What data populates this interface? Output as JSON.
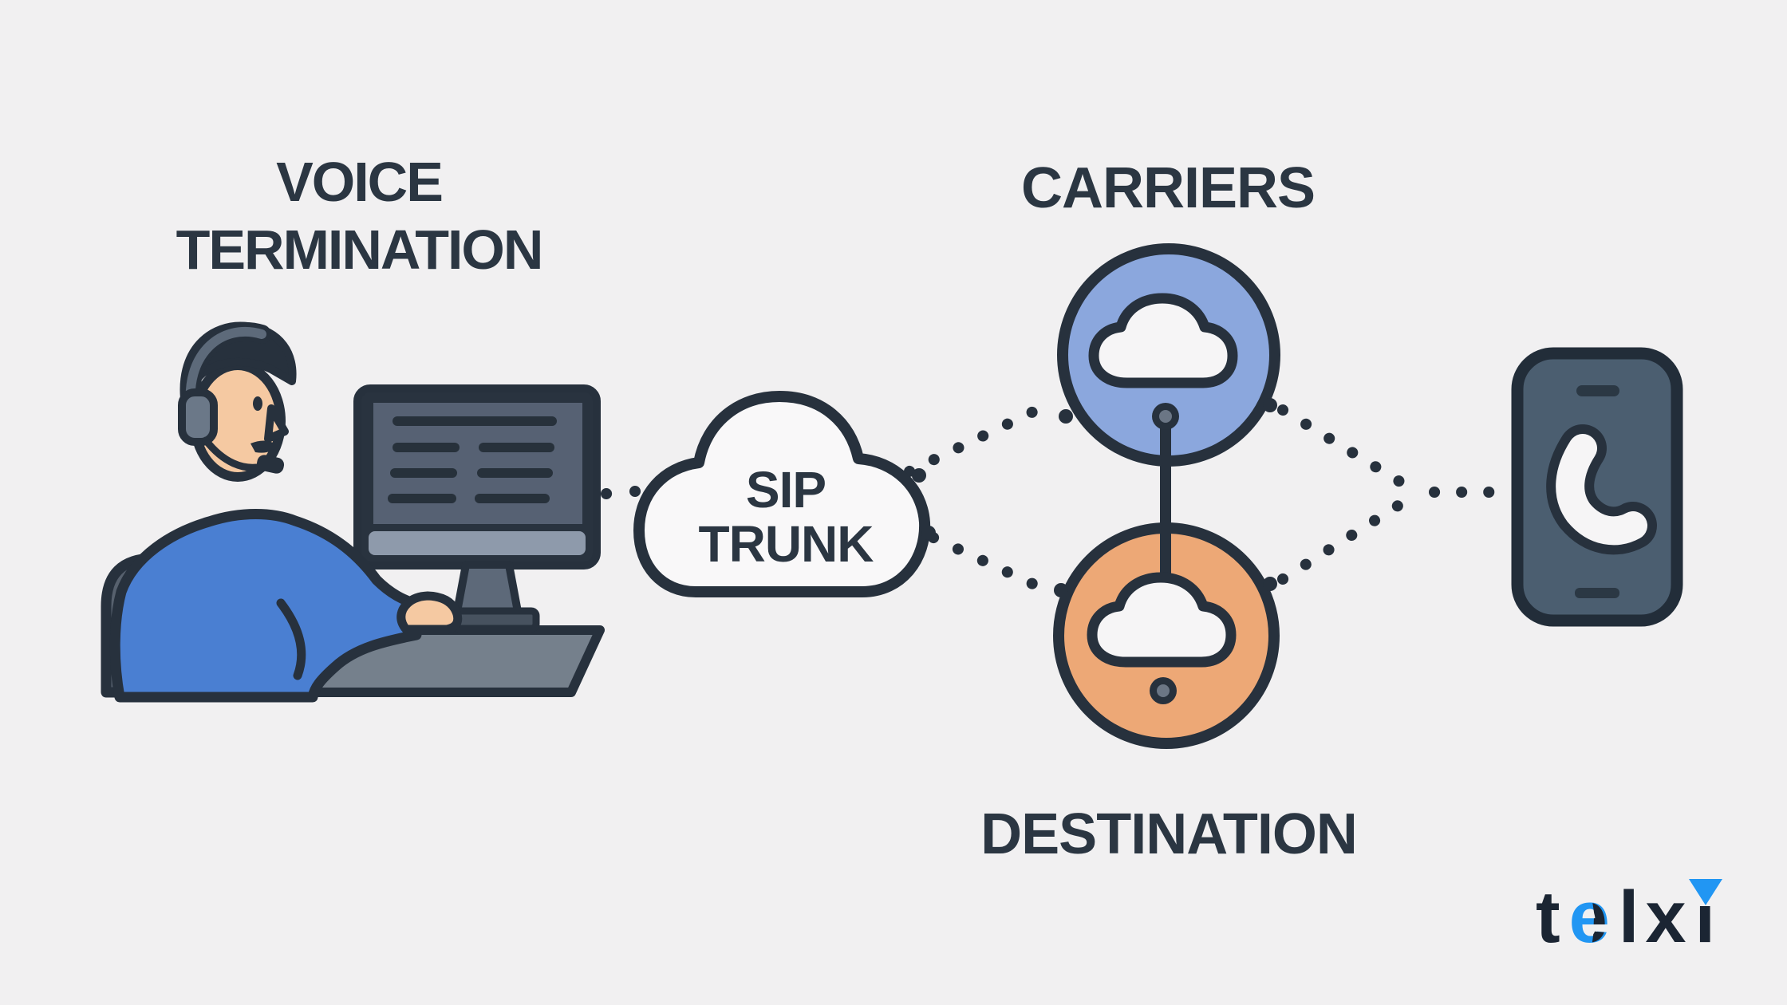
{
  "background_color": "#f1f0f1",
  "ink_color": "#2b3642",
  "labels": {
    "voice_termination": {
      "line1": "VOICE",
      "line2": "TERMINATION"
    },
    "carriers": "CARRIERS",
    "destination": "DESTINATION",
    "sip_trunk": {
      "line1": "SIP",
      "line2": "TRUNK"
    }
  },
  "nodes": {
    "agent": {
      "name": "call-center-agent-at-computer",
      "shirt_color": "#4a7fd2",
      "skin_color": "#f5c9a2"
    },
    "sip_trunk_cloud": {
      "icon": "cloud-icon",
      "fill": "#f9f8f9"
    },
    "carriers_node": {
      "icon": "cloud-icon",
      "fill": "#8ba7dd"
    },
    "destination_node": {
      "icon": "cloud-icon",
      "fill": "#eda876"
    },
    "phone": {
      "icon": "phone-handset-icon",
      "fill": "#4b5e70"
    }
  },
  "logo": {
    "text": "telxi",
    "letters": [
      "t",
      "e",
      "l",
      "x",
      "i"
    ],
    "navy": "#1b2533",
    "blue": "#2196f3"
  }
}
